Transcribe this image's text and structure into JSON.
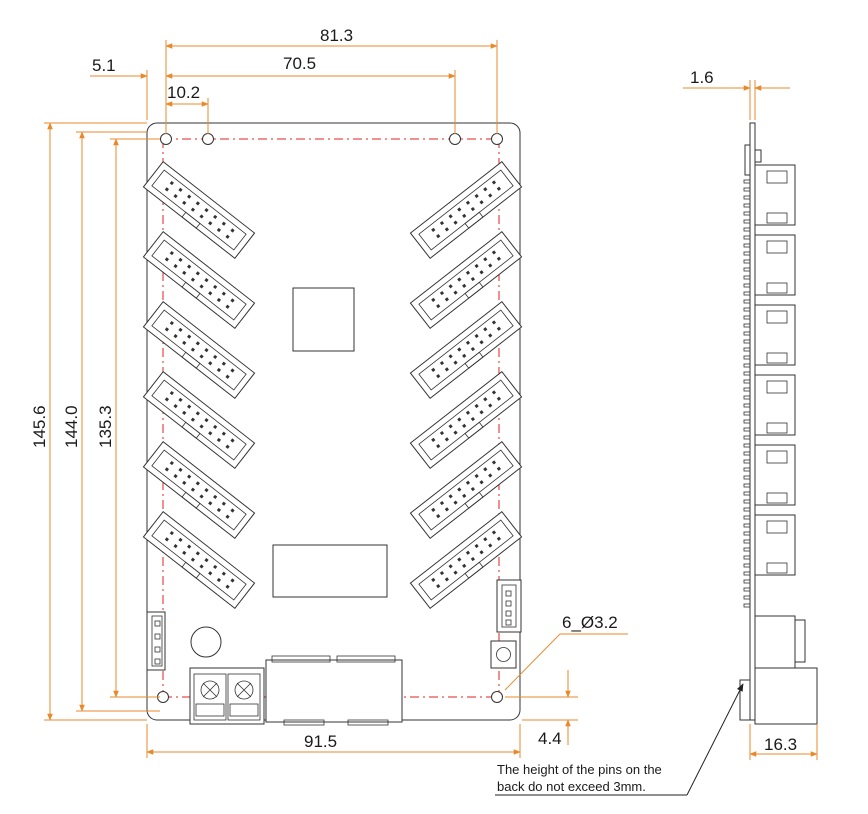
{
  "dimensions": {
    "width_top_holes": "81.3",
    "width_inner_holes": "70.5",
    "pitch_left_holes": "10.2",
    "edge_to_hole": "5.1",
    "board_height": "145.6",
    "hole_height": "144.0",
    "inner_height": "135.3",
    "board_width": "91.5",
    "bottom_offset": "4.4",
    "pcb_thickness": "1.6",
    "side_depth": "16.3",
    "hole_spec": "6_Ø3.2"
  },
  "note": {
    "line1": "The height of the pins on the",
    "line2": "back do not exceed 3mm."
  },
  "colors": {
    "dimension": "#e88a2c",
    "centerline": "#e02020",
    "outline": "#333333"
  }
}
